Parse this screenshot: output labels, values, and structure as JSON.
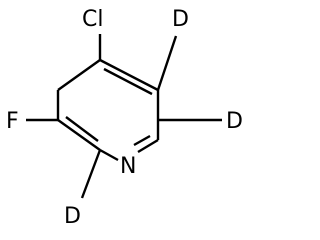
{
  "molecule": {
    "atoms": {
      "cl": "Cl",
      "f": "F",
      "n": "N",
      "d_top": "D",
      "d_right": "D",
      "d_bottom": "D"
    }
  }
}
